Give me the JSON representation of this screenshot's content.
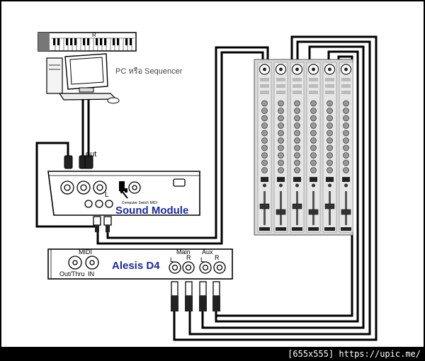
{
  "labels": {
    "pc": "PC หรือ Sequencer",
    "out": "out",
    "l_jack": "L",
    "sound_module": "Sound Module",
    "computer_switch": "Computer Switch  MIDI",
    "midi": "MIDI",
    "out_thru": "Out/Thru",
    "in": "IN",
    "alesis": "Alesis D4",
    "main": "Main",
    "aux": "Aux",
    "l1": "L",
    "r1": "R",
    "l2": "L",
    "r2": "R",
    "keyboard_mark": "R"
  },
  "footer": "[655x555] https://upic.me/",
  "colors": {
    "cable": "#000000",
    "title_blue": "#1d2a9c",
    "mixer_body": "#d9d9d9"
  }
}
